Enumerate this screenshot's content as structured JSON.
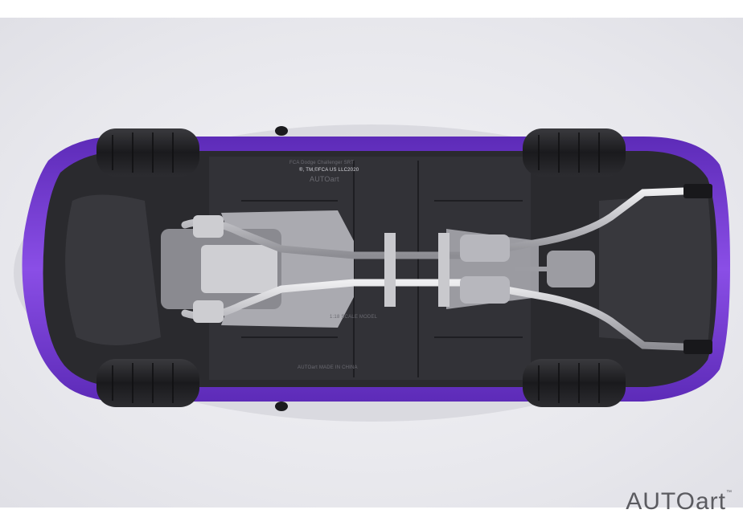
{
  "scene": {
    "subject": "car-underside",
    "colors": {
      "body": "#7a3fd6",
      "body_dark": "#4a1f95",
      "floor": "#2c2c30",
      "metal": "#c9c9cd",
      "tire": "#1d1d20",
      "backdrop": "#e7e7ec"
    }
  },
  "floor_stamps": {
    "casting_copyright": "®, TM,©FCA US LLC2020",
    "casting_brand": "AUTOart",
    "casting_small_top": "FCA Dodge Challenger SRT",
    "casting_small_mid": "1:18 SCALE MODEL",
    "casting_small_low": "AUTOart MADE IN CHINA"
  },
  "brand": {
    "name": "AUTOart",
    "trademark": "™"
  }
}
